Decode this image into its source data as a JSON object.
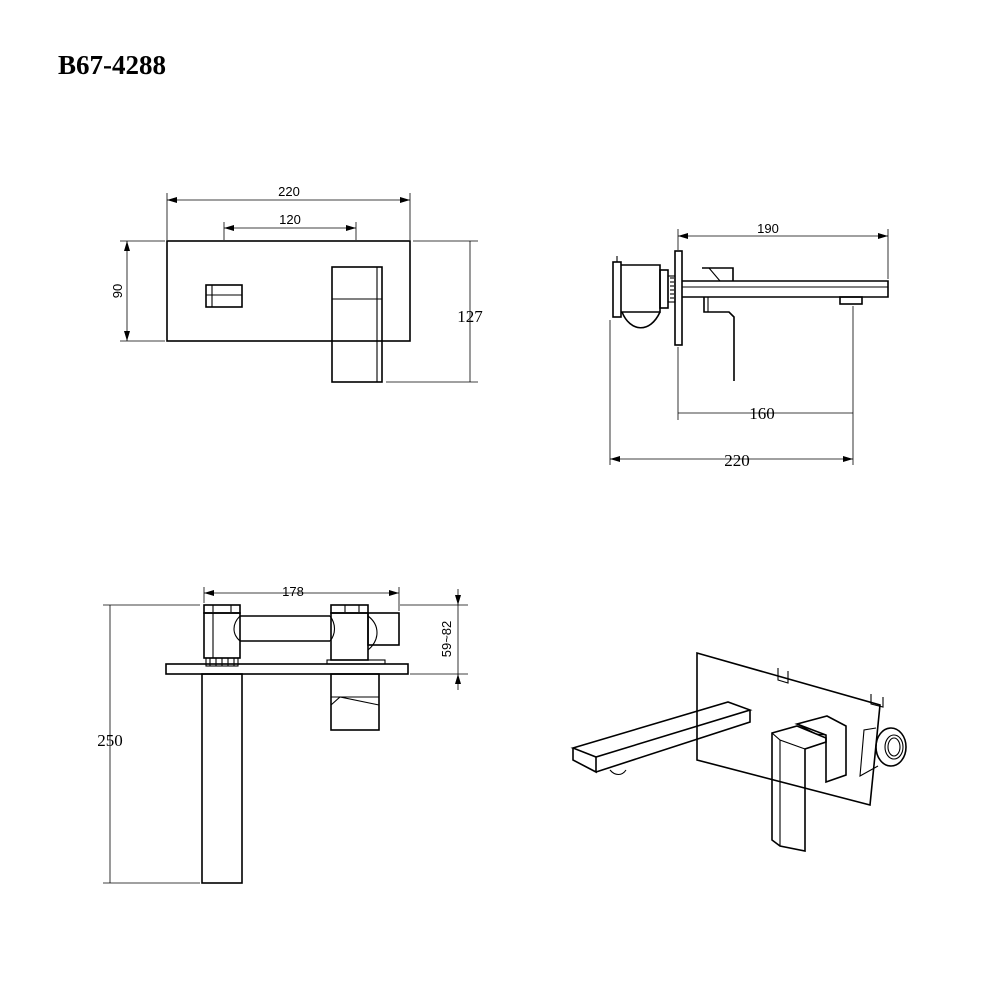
{
  "title": "B67-4288",
  "dimensions": {
    "front_width": "220",
    "front_spacing": "120",
    "front_height": "90",
    "front_total_height": "127",
    "side_spout": "190",
    "side_reach": "160",
    "side_depth": "220",
    "top_width": "178",
    "top_depth_range": "59~82",
    "top_height": "250"
  }
}
